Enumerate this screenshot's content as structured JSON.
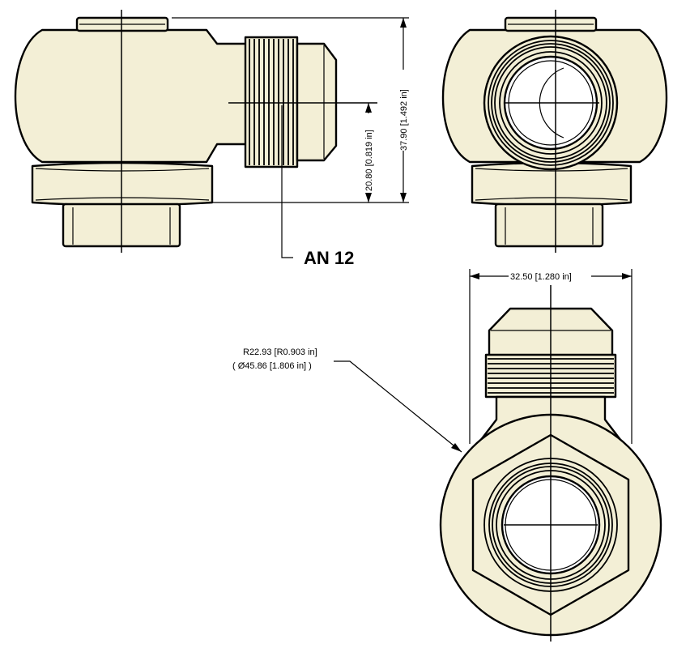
{
  "callout": {
    "label": "AN 12"
  },
  "dimensions": {
    "overall_height": "37.90 [1.492 in]",
    "center_height": "20.80 [0.819 in]",
    "width": "32.50 [1.280 in]",
    "radius_line1": "R22.93 [R0.903 in]",
    "radius_line2": "( Ø45.86 [1.806 in] )"
  },
  "colors": {
    "body_fill": "#f3efd6",
    "line": "#000000",
    "background": "#ffffff"
  }
}
